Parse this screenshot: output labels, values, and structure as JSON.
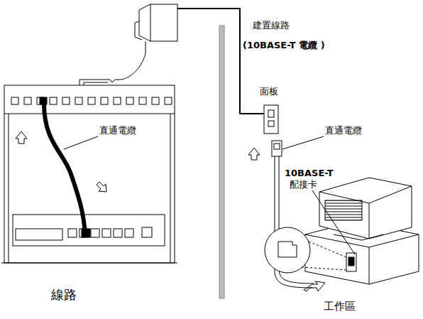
{
  "diagram": {
    "labels": [
      "建置線路",
      "(10BASE-T 電纜 )",
      "面板",
      "直通電纜",
      "直通電纜",
      "10BASE-T",
      "配接卡",
      "線路",
      "工作區"
    ]
  }
}
